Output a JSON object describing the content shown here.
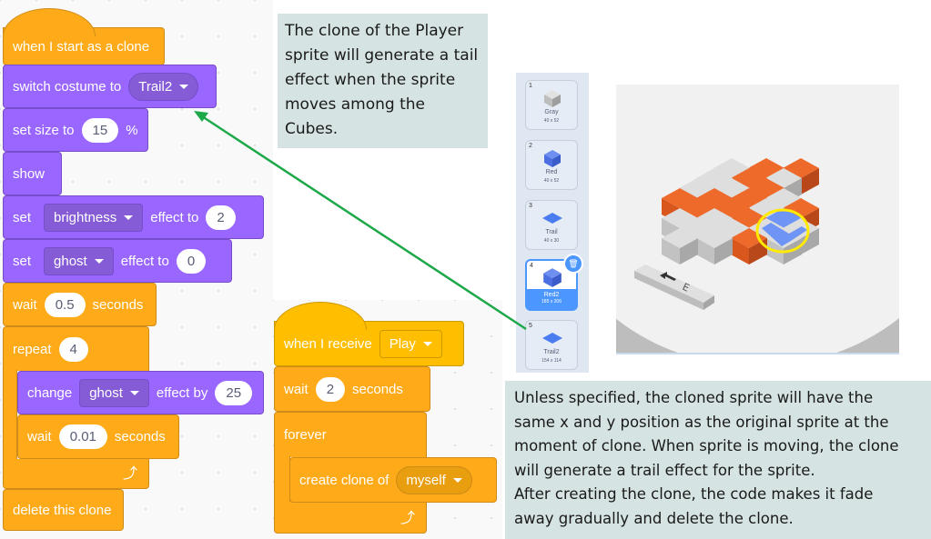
{
  "script1": {
    "hat": "when I start as a clone",
    "switch_costume": {
      "label": "switch costume to",
      "value": "Trail2"
    },
    "set_size": {
      "label": "set size to",
      "value": "15",
      "unit": "%"
    },
    "show": "show",
    "set_brightness": {
      "label": "set",
      "effect": "brightness",
      "label2": "effect to",
      "value": "2"
    },
    "set_ghost": {
      "label": "set",
      "effect": "ghost",
      "label2": "effect to",
      "value": "0"
    },
    "wait1": {
      "label": "wait",
      "value": "0.5",
      "unit": "seconds"
    },
    "repeat": {
      "label": "repeat",
      "value": "4"
    },
    "change_ghost": {
      "label": "change",
      "effect": "ghost",
      "label2": "effect by",
      "value": "25"
    },
    "wait2": {
      "label": "wait",
      "value": "0.01",
      "unit": "seconds"
    },
    "delete": "delete this clone"
  },
  "script2": {
    "hat": {
      "label": "when I receive",
      "value": "Play"
    },
    "wait": {
      "label": "wait",
      "value": "2",
      "unit": "seconds"
    },
    "forever": "forever",
    "create_clone": {
      "label": "create clone of",
      "value": "myself"
    }
  },
  "notes": {
    "top": "The clone of the Player sprite will generate a tail effect when the sprite moves among the Cubes.",
    "bottom_lines": [
      "Unless specified, the cloned sprite will have the",
      "same x and y position as the original sprite at the",
      "moment of clone. When sprite is moving, the clone",
      "will generate a trail effect for the sprite.",
      "After creating the clone, the code makes it fade",
      "away gradually and delete the clone."
    ]
  },
  "sprites": [
    {
      "num": "1",
      "name": "Gray",
      "size": "40 x 52"
    },
    {
      "num": "2",
      "name": "Red",
      "size": "40 x 52"
    },
    {
      "num": "3",
      "name": "Trail",
      "size": "40 x 30"
    },
    {
      "num": "4",
      "name": "Red2",
      "size": "185 x 206",
      "selected": true
    },
    {
      "num": "5",
      "name": "Trail2",
      "size": "154 x 114"
    }
  ],
  "stage": {
    "key_label": "E"
  },
  "colors": {
    "looks": "#9966FF",
    "control": "#FFAB19",
    "events": "#FFBF00",
    "arrow": "#1DA84A",
    "note_bg": "#D6E3E3",
    "highlight": "#FFEA00"
  }
}
